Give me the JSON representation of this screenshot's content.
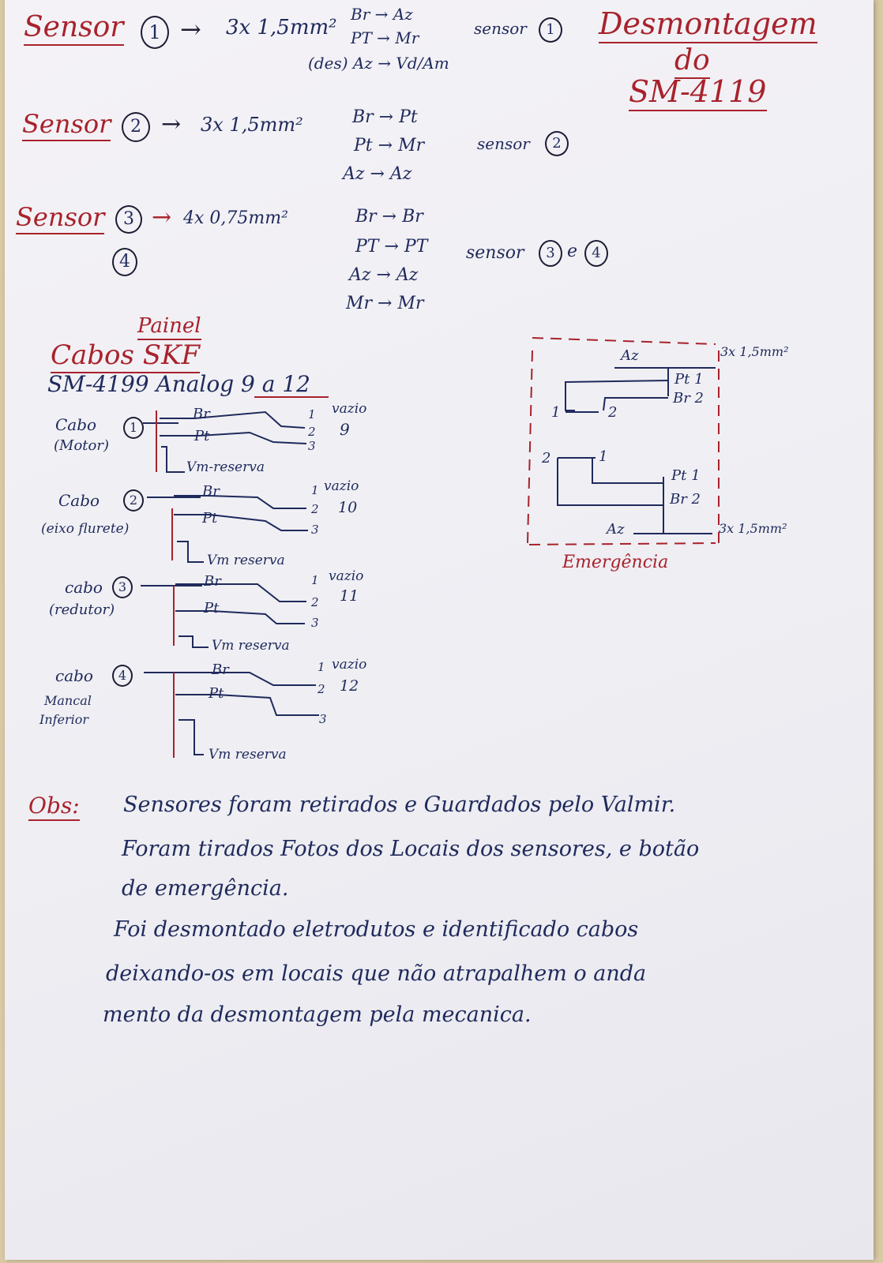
{
  "header": {
    "title": [
      "Desmontagem",
      "do",
      "SM-4119"
    ]
  },
  "sensors": [
    {
      "label": "Sensor",
      "number": "1",
      "arrow": "→",
      "cable": "3x 1,5mm²",
      "mappings": [
        "Br → Az",
        "PT → Mr",
        "(des) Az → Vd/Am"
      ],
      "group_label": "sensor",
      "group_number": "1"
    },
    {
      "label": "Sensor",
      "number": "2",
      "arrow": "→",
      "cable": "3x 1,5mm²",
      "mappings": [
        "Br → Pt",
        "Pt → Mr",
        "Az → Az"
      ],
      "group_label": "sensor",
      "group_number": "2"
    },
    {
      "label": "Sensor",
      "number": "3",
      "number_b": "4",
      "arrow": "→",
      "cable": "4x 0,75mm²",
      "mappings": [
        "Br → Br",
        "PT → PT",
        "Az → Az",
        "Mr → Mr"
      ],
      "group_label": "sensor",
      "group_number": "3",
      "group_and": "e",
      "group_number_b": "4"
    }
  ],
  "panel": {
    "title": "Painel",
    "subtitle": "Cabos SKF",
    "analog": "SM-4199 Analog 9 a 12"
  },
  "cables": [
    {
      "label": "Cabo",
      "number": "1",
      "desc": "(Motor)",
      "wires": [
        "Br",
        "Pt",
        "Vm-reserva"
      ],
      "terminals": [
        "1",
        "2",
        "3"
      ],
      "vazio": "vazio",
      "channel": "9"
    },
    {
      "label": "Cabo",
      "number": "2",
      "desc": "(eixo flurete)",
      "wires": [
        "Br",
        "Pt",
        "Vm reserva"
      ],
      "terminals": [
        "1",
        "2",
        "3"
      ],
      "vazio": "vazio",
      "channel": "10"
    },
    {
      "label": "cabo",
      "number": "3",
      "desc": "(redutor)",
      "wires": [
        "Br",
        "Pt",
        "Vm reserva"
      ],
      "terminals": [
        "1",
        "2",
        "3"
      ],
      "vazio": "vazio",
      "channel": "11"
    },
    {
      "label": "cabo",
      "number": "4",
      "desc": [
        "Mancal",
        "Inferior"
      ],
      "wires": [
        "Br",
        "Pt",
        "Vm reserva"
      ],
      "terminals": [
        "1",
        "2",
        "3"
      ],
      "vazio": "vazio",
      "channel": "12"
    }
  ],
  "emergency": {
    "caption": "Emergência",
    "top_wire": "Az",
    "top_cable": "3x 1,5mm²",
    "top_terms": [
      "Pt 1",
      "Br 2"
    ],
    "switch_a": [
      "1",
      "2"
    ],
    "switch_b": [
      "2",
      "1"
    ],
    "bottom_terms": [
      "Pt 1",
      "Br 2"
    ],
    "bottom_wire": "Az",
    "bottom_cable": "3x 1,5mm²"
  },
  "notes": {
    "prefix": "Obs:",
    "items": [
      [
        "Sensores foram retirados e Guardados pelo Valmir."
      ],
      [
        "Foram tirados Fotos dos Locais dos sensores, e botão",
        "de emergência."
      ],
      [
        "Foi desmontado eletrodutos e identificado cabos",
        "deixando-os em locais que não atrapalhem o anda",
        "mento da desmontagem pela mecanica."
      ]
    ]
  }
}
